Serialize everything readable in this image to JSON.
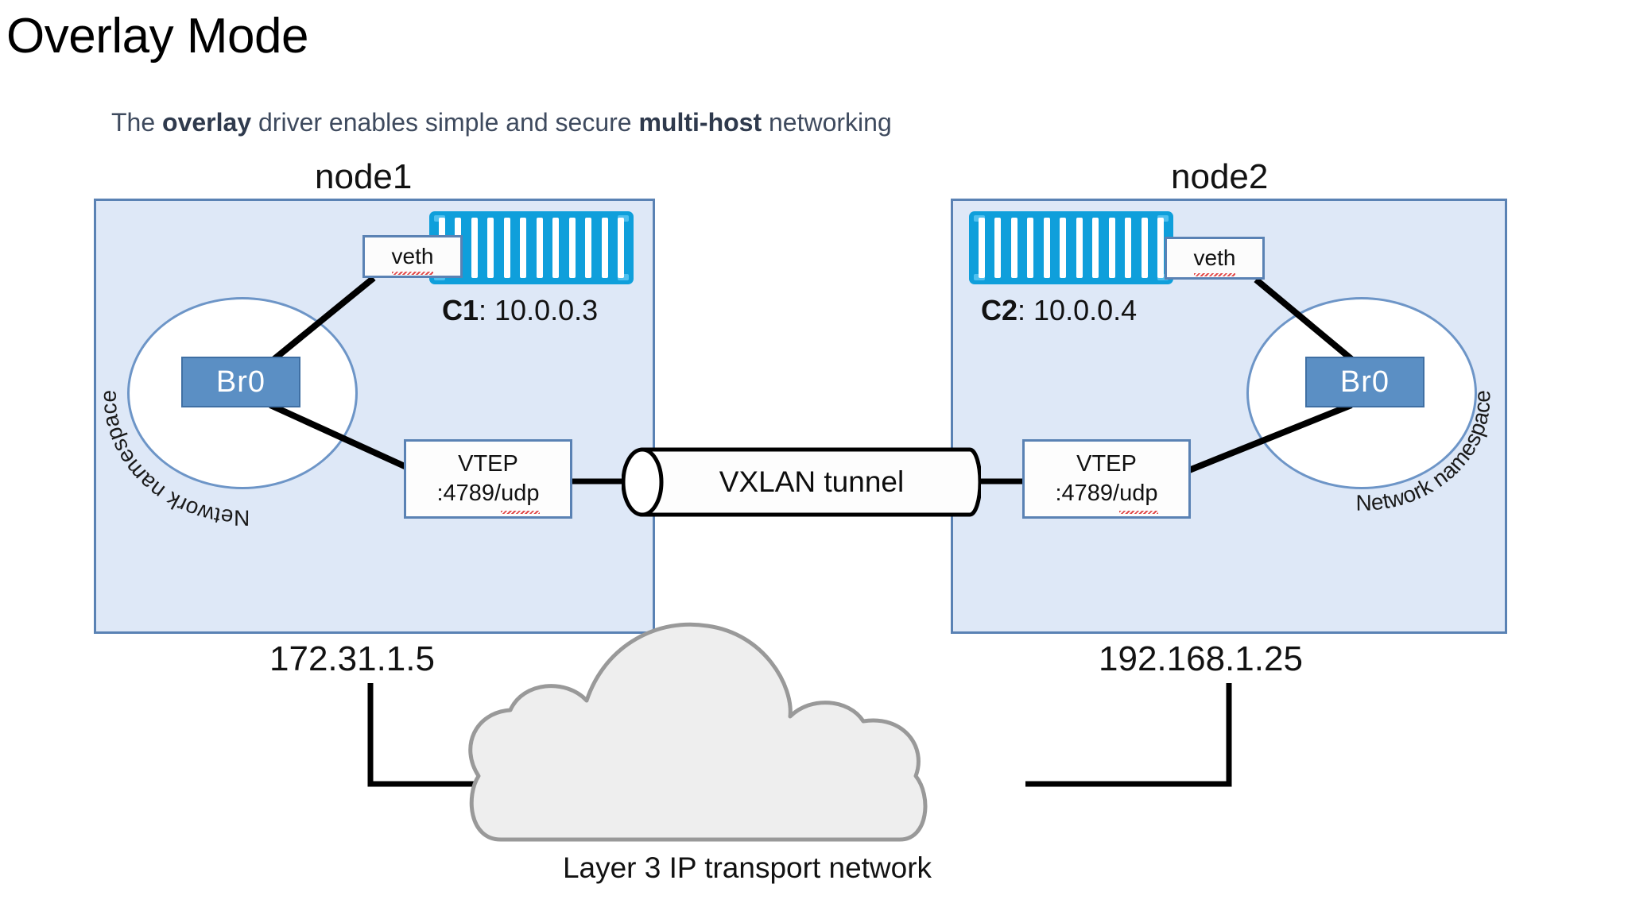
{
  "slide": {
    "title": "Overlay Mode",
    "subtitle": {
      "part1": "The ",
      "bold1": "overlay",
      "part2": " driver enables simple and secure ",
      "bold2": "multi-host",
      "part3": " networking"
    }
  },
  "colors": {
    "node_fill": "#dee8f7",
    "node_border": "#5a82b4",
    "bridge_fill": "#5b8fc4",
    "container_blue": "#0f9fdb",
    "cloud_fill": "#eeeeee",
    "cloud_stroke": "#999999",
    "subtitle_text": "#3e4a5e"
  },
  "nodes": [
    {
      "id": "node1",
      "title": "node1",
      "namespace_label": "Network namespace",
      "bridge": "Br0",
      "veth": "veth",
      "container_name": "C1",
      "container_ip": ": 10.0.0.3",
      "vtep_line1": "VTEP",
      "vtep_line2_prefix": ":4789/",
      "vtep_line2_suffix": "udp",
      "host_ip": "172.31.1.5"
    },
    {
      "id": "node2",
      "title": "node2",
      "namespace_label": "Network namespace",
      "bridge": "Br0",
      "veth": "veth",
      "container_name": "C2",
      "container_ip": ": 10.0.0.4",
      "vtep_line1": "VTEP",
      "vtep_line2_prefix": ":4789/",
      "vtep_line2_suffix": "udp",
      "host_ip": "192.168.1.25"
    }
  ],
  "tunnel": {
    "label": "VXLAN tunnel"
  },
  "cloud": {
    "label": "Layer 3 IP transport network"
  }
}
